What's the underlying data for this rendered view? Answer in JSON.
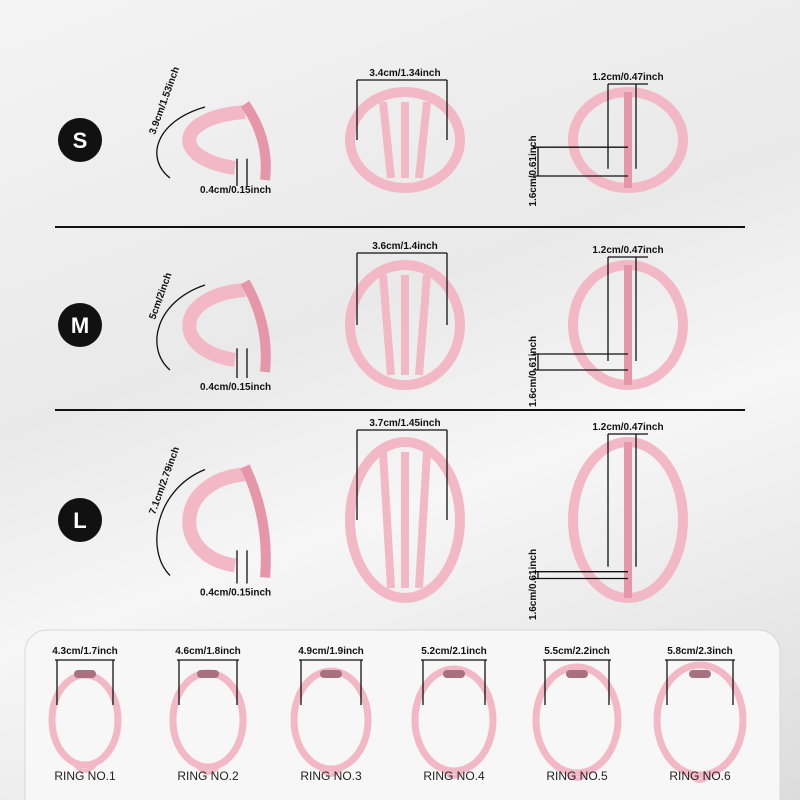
{
  "colors": {
    "pink": "#f3b8c5",
    "pink_dark": "#e596a8",
    "line": "#111111",
    "badge": "#111111",
    "panel": "#f7f7f7"
  },
  "sizes": [
    {
      "label": "S",
      "side_length": "3.9cm/1.53inch",
      "gap": "0.4cm/0.15inch",
      "front_width": "3.4cm/1.34inch",
      "back_width": "1.2cm/0.47inch",
      "back_height": "1.6cm/0.61inch"
    },
    {
      "label": "M",
      "side_length": "5cm/2inch",
      "gap": "0.4cm/0.15inch",
      "front_width": "3.6cm/1.4inch",
      "back_width": "1.2cm/0.47inch",
      "back_height": "1.6cm/0.61inch"
    },
    {
      "label": "L",
      "side_length": "7.1cm/2.79inch",
      "gap": "0.4cm/0.15inch",
      "front_width": "3.7cm/1.45inch",
      "back_width": "1.2cm/0.47inch",
      "back_height": "1.6cm/0.61inch"
    }
  ],
  "rings": [
    {
      "name": "RING NO.1",
      "width": "4.3cm/1.7inch"
    },
    {
      "name": "RING NO.2",
      "width": "4.6cm/1.8inch"
    },
    {
      "name": "RING NO.3",
      "width": "4.9cm/1.9inch"
    },
    {
      "name": "RING NO.4",
      "width": "5.2cm/2.1inch"
    },
    {
      "name": "RING NO.5",
      "width": "5.5cm/2.2inch"
    },
    {
      "name": "RING NO.6",
      "width": "5.8cm/2.3inch"
    }
  ]
}
